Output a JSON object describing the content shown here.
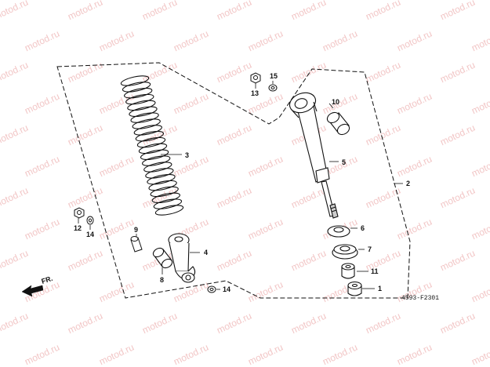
{
  "watermark": "motod.ru",
  "callouts": {
    "c1": "1",
    "c2": "2",
    "c3": "3",
    "c4": "4",
    "c5": "5",
    "c6": "6",
    "c7": "7",
    "c8": "8",
    "c9": "9",
    "c10": "10",
    "c11": "11",
    "c12": "12",
    "c13": "13",
    "c14a": "14",
    "c14b": "14",
    "c15": "15"
  },
  "direction_label": "FR.",
  "diagram_code": "4593-F2301"
}
